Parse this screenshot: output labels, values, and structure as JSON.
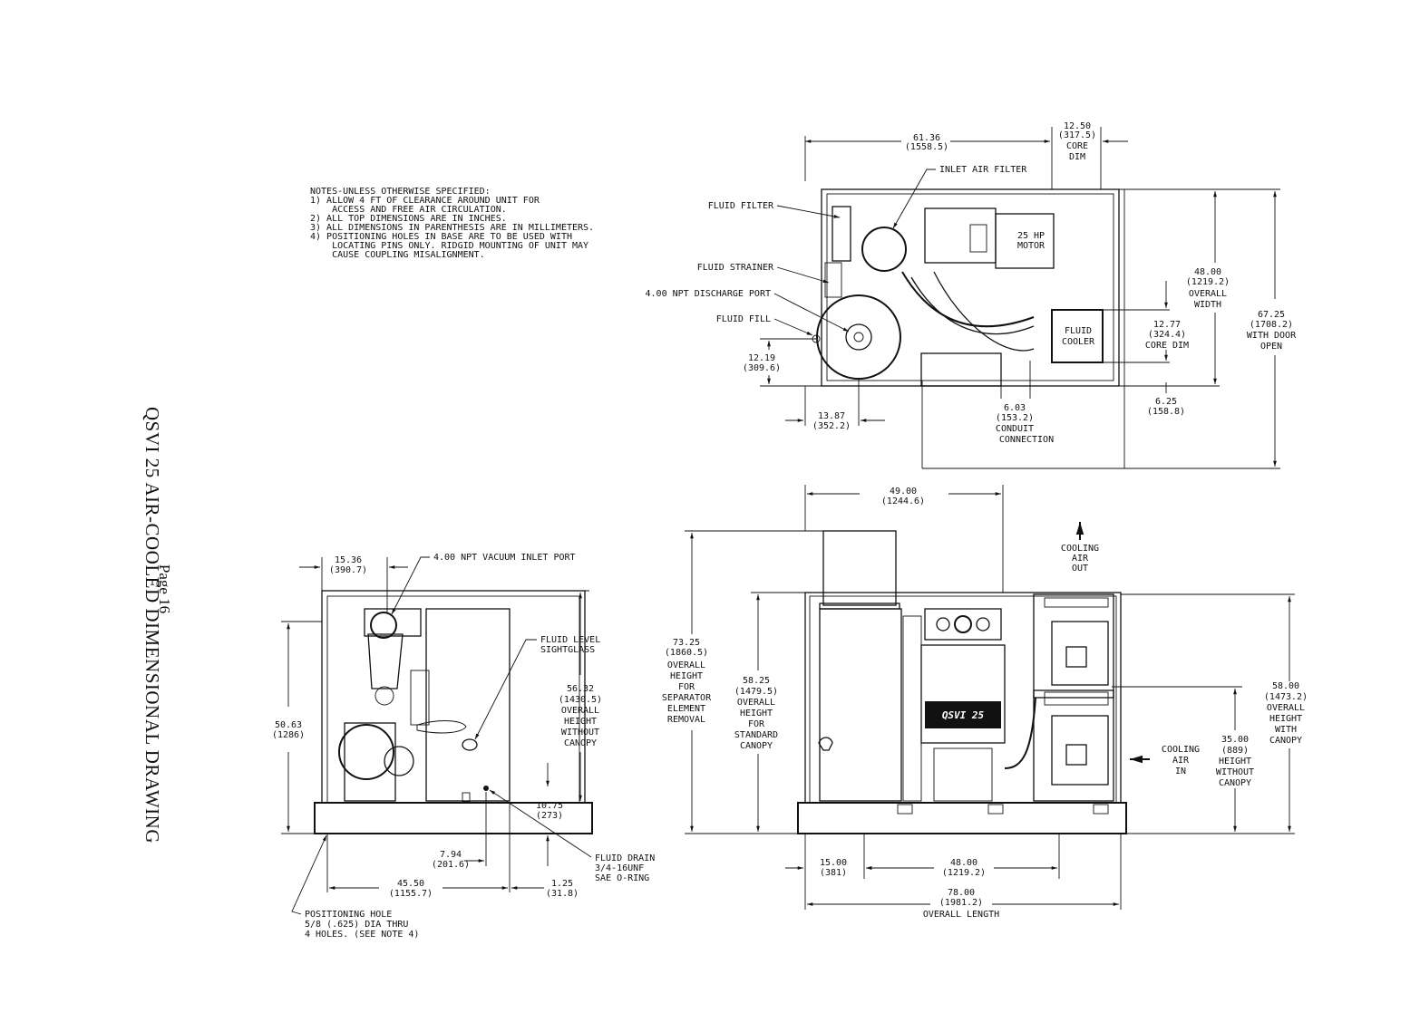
{
  "page": {
    "title": "QSVI 25 AIR-COOLED DIMENSIONAL DRAWING",
    "page_number": "Page 16"
  },
  "notes": {
    "header": "NOTES-UNLESS OTHERWISE SPECIFIED:",
    "n1a": "1) ALLOW 4 FT OF CLEARANCE AROUND UNIT FOR",
    "n1b": "ACCESS AND FREE AIR CIRCULATION.",
    "n2": "2) ALL TOP DIMENSIONS ARE IN INCHES.",
    "n3": "3) ALL DIMENSIONS IN PARENTHESIS ARE IN MILLIMETERS.",
    "n4a": "4) POSITIONING HOLES IN BASE ARE TO BE USED WITH",
    "n4b": "LOCATING PINS ONLY. RIDGID MOUNTING OF UNIT MAY",
    "n4c": "CAUSE COUPLING MISALIGNMENT."
  },
  "top_view": {
    "dim_length": "61.36",
    "dim_length_mm": "(1558.5)",
    "dim_core": "12.50",
    "dim_core_mm": "(317.5)",
    "dim_core_l1": "CORE",
    "dim_core_l2": "DIM",
    "inlet_air_filter": "INLET AIR FILTER",
    "fluid_filter": "FLUID FILTER",
    "fluid_strainer": "FLUID STRAINER",
    "discharge_port": "4.00 NPT DISCHARGE PORT",
    "fluid_fill": "FLUID FILL",
    "motor_l1": "25 HP",
    "motor_l2": "MOTOR",
    "cooler_l1": "FLUID",
    "cooler_l2": "COOLER",
    "dim_width": "48.00",
    "dim_width_mm": "(1219.2)",
    "dim_width_l1": "OVERALL",
    "dim_width_l2": "WIDTH",
    "dim_door": "67.25",
    "dim_door_mm": "(1708.2)",
    "dim_door_l1": "WITH DOOR",
    "dim_door_l2": "OPEN",
    "dim_cooler_core": "12.77",
    "dim_cooler_core_mm": "(324.4)",
    "dim_cooler_core_l1": "CORE DIM",
    "dim_1219": "12.19",
    "dim_1219_mm": "(309.6)",
    "dim_1387": "13.87",
    "dim_1387_mm": "(352.2)",
    "dim_603": "6.03",
    "dim_603_mm": "(153.2)",
    "dim_603_l1": "CONDUIT",
    "dim_603_l2": "CONNECTION",
    "dim_625": "6.25",
    "dim_625_mm": "(158.8)"
  },
  "side_view": {
    "dim_1536": "15.36",
    "dim_1536_mm": "(390.7)",
    "vacuum_port": "4.00 NPT VACUUM INLET PORT",
    "sightglass_l1": "FLUID LEVEL",
    "sightglass_l2": "SIGHTGLASS",
    "dim_height_partial": "50.63",
    "dim_height_partial_mm": "(1286)",
    "dim_5632": "56.32",
    "dim_5632_mm": "(1430.5)",
    "dim_5632_l1": "OVERALL",
    "dim_5632_l2": "HEIGHT",
    "dim_5632_l3": "WITHOUT",
    "dim_5632_l4": "CANOPY",
    "dim_1075": "10.75",
    "dim_1075_mm": "(273)",
    "dim_794": "7.94",
    "dim_794_mm": "(201.6)",
    "dim_4550": "45.50",
    "dim_4550_mm": "(1155.7)",
    "dim_125": "1.25",
    "dim_125_mm": "(31.8)",
    "drain_l1": "FLUID DRAIN",
    "drain_l2": "3/4-16UNF",
    "drain_l3": "SAE O-RING",
    "hole_l1": "POSITIONING HOLE",
    "hole_l2": "5/8 (.625) DIA THRU",
    "hole_l3": "4 HOLES. (SEE NOTE 4)"
  },
  "front_view": {
    "dim_4900": "49.00",
    "dim_4900_mm": "(1244.6)",
    "cooling_out_l1": "COOLING",
    "cooling_out_l2": "AIR",
    "cooling_out_l3": "OUT",
    "dim_7325": "73.25",
    "dim_7325_mm": "(1860.5)",
    "dim_7325_l1": "OVERALL",
    "dim_7325_l2": "HEIGHT",
    "dim_7325_l3": "FOR",
    "dim_7325_l4": "SEPARATOR",
    "dim_7325_l5": "ELEMENT",
    "dim_7325_l6": "REMOVAL",
    "dim_5825": "58.25",
    "dim_5825_mm": "(1479.5)",
    "dim_5825_l1": "OVERALL",
    "dim_5825_l2": "HEIGHT",
    "dim_5825_l3": "FOR",
    "dim_5825_l4": "STANDARD",
    "dim_5825_l5": "CANOPY",
    "dim_5800": "58.00",
    "dim_5800_mm": "(1473.2)",
    "dim_5800_l1": "OVERALL",
    "dim_5800_l2": "HEIGHT",
    "dim_5800_l3": "WITH",
    "dim_5800_l4": "CANOPY",
    "dim_3500": "35.00",
    "dim_3500_mm": "(889)",
    "dim_3500_l1": "HEIGHT",
    "dim_3500_l2": "WITHOUT",
    "dim_3500_l3": "CANOPY",
    "cooling_in_l1": "COOLING",
    "cooling_in_l2": "AIR",
    "cooling_in_l3": "IN",
    "dim_1500": "15.00",
    "dim_1500_mm": "(381)",
    "dim_4800": "48.00",
    "dim_4800_mm": "(1219.2)",
    "dim_7800": "78.00",
    "dim_7800_mm": "(1981.2)",
    "dim_7800_l1": "OVERALL LENGTH",
    "panel_brand": "QSVI 25"
  }
}
